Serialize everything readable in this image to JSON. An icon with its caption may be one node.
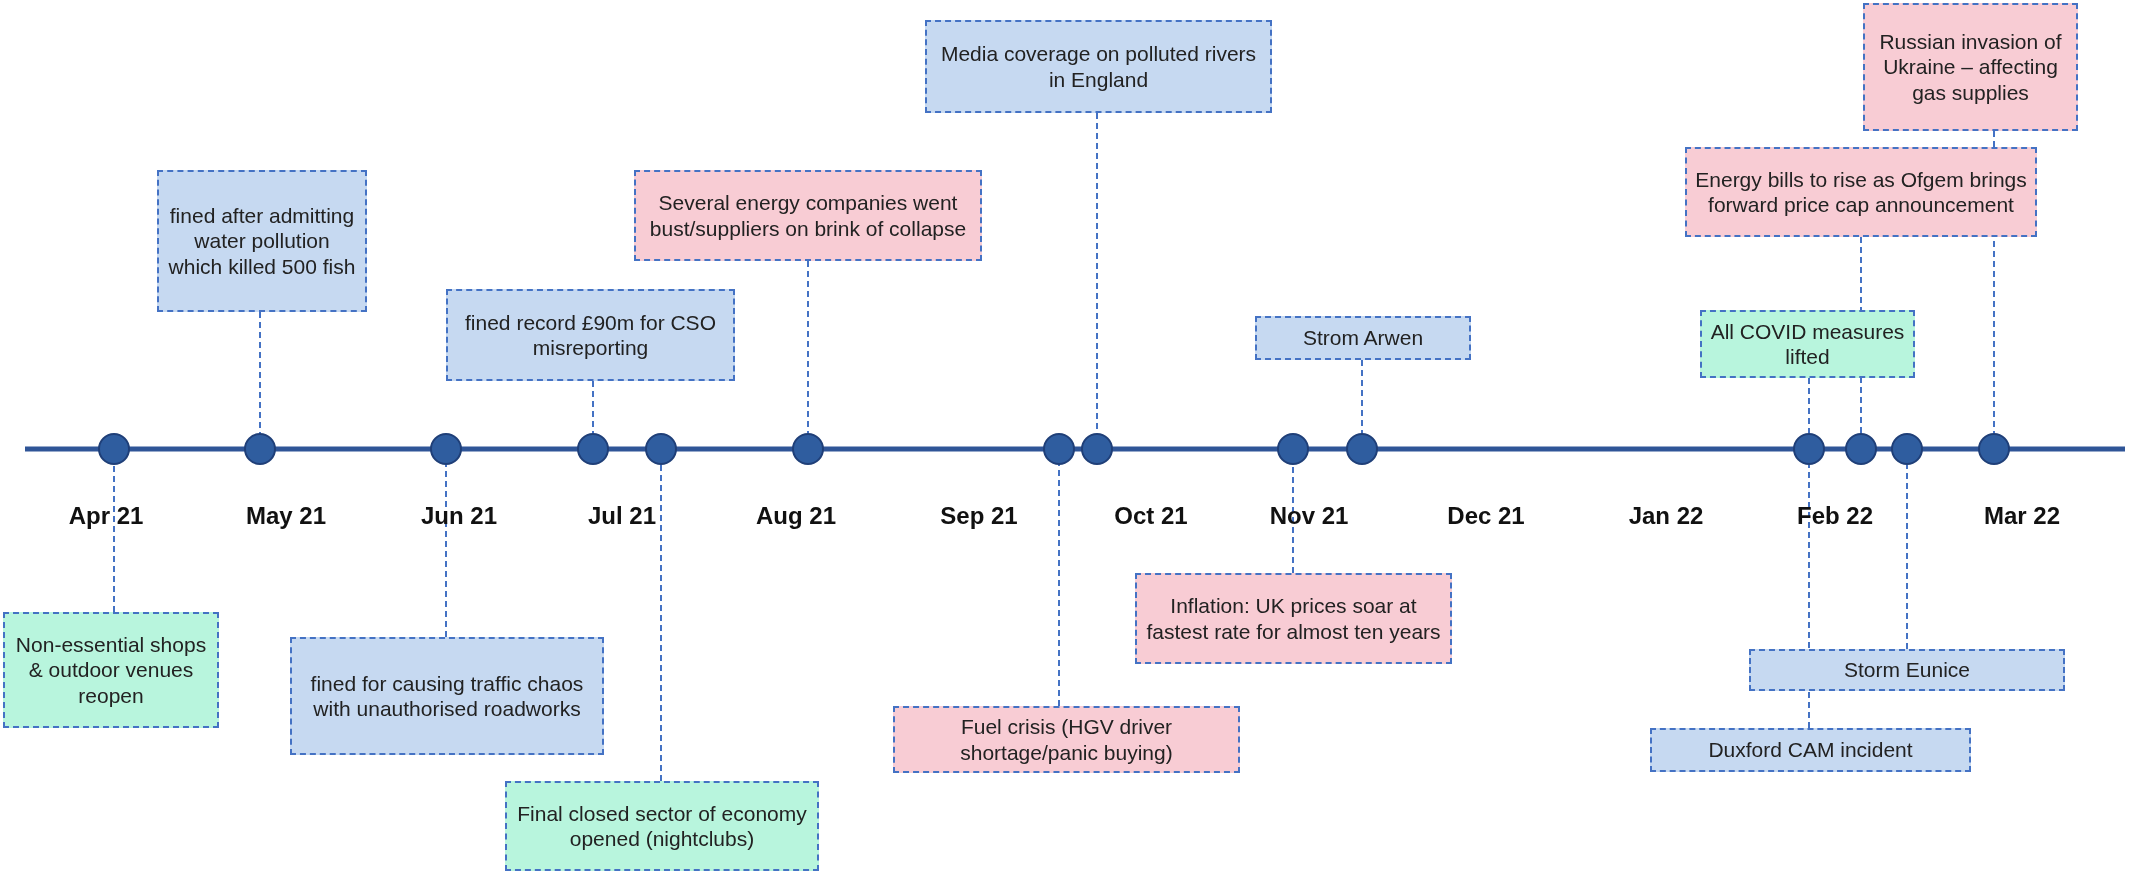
{
  "diagram": {
    "nodes": [
      {
        "text": [
          "fined after admitting water pollution which killed 500 fish"
        ]
      },
      {
        "text": [
          "fined record £90m for CSO misreporting"
        ]
      },
      {
        "text": [
          "Several energy companies went bust/suppliers on brink of collapse"
        ]
      },
      {
        "text": [
          "Media coverage on polluted rivers in England"
        ]
      },
      {
        "text": [
          "Strom Arwen"
        ]
      },
      {
        "text": [
          "Russian invasion of Ukraine – affecting gas supplies"
        ]
      },
      {
        "text": [
          "Energy bills to rise as Ofgem brings forward price cap announcement"
        ]
      },
      {
        "text": [
          "All COVID measures lifted"
        ]
      },
      {
        "text": [
          "Non-essential shops & outdoor venues reopen"
        ]
      },
      {
        "text": [
          "fined for causing traffic chaos with unauthorised roadworks"
        ]
      },
      {
        "text": [
          "Final closed sector of economy opened (nightclubs)"
        ]
      },
      {
        "text": [
          "Fuel crisis (HGV driver shortage/panic buying)"
        ]
      },
      {
        "text": [
          "Inflation: UK prices soar at fastest rate for almost ten years"
        ]
      },
      {
        "text": [
          "Storm Eunice"
        ]
      },
      {
        "text": [
          "Duxford CAM incident"
        ]
      },
      {
        "text": [],
        "shape": "circle"
      },
      {
        "text": [],
        "shape": "circle"
      },
      {
        "text": [],
        "shape": "circle"
      },
      {
        "text": [],
        "shape": "circle"
      },
      {
        "text": [],
        "shape": "circle"
      },
      {
        "text": [],
        "shape": "circle"
      },
      {
        "text": [],
        "shape": "circle"
      },
      {
        "text": [],
        "shape": "circle"
      },
      {
        "text": [],
        "shape": "circle"
      },
      {
        "text": [],
        "shape": "circle"
      },
      {
        "text": [],
        "shape": "circle"
      },
      {
        "text": [],
        "shape": "circle"
      },
      {
        "text": [],
        "shape": "circle"
      },
      {
        "text": [],
        "shape": "circle"
      }
    ],
    "edges": [
      {
        "from": 8,
        "to": 15,
        "arrow": "none"
      },
      {
        "from": 0,
        "to": 16,
        "arrow": "none"
      },
      {
        "from": 9,
        "to": 17,
        "arrow": "none"
      },
      {
        "from": 1,
        "to": 18,
        "arrow": "none"
      },
      {
        "from": 10,
        "to": 19,
        "arrow": "none"
      },
      {
        "from": 2,
        "to": 20,
        "arrow": "none"
      },
      {
        "from": 11,
        "to": 21,
        "arrow": "none"
      },
      {
        "from": 3,
        "to": 22,
        "arrow": "none"
      },
      {
        "from": 12,
        "to": 23,
        "arrow": "none"
      },
      {
        "from": 4,
        "to": 24,
        "arrow": "none"
      },
      {
        "from": 7,
        "to": 25,
        "arrow": "none"
      },
      {
        "from": 14,
        "to": 25,
        "arrow": "none"
      },
      {
        "from": 6,
        "to": 26,
        "arrow": "none"
      },
      {
        "from": 13,
        "to": 27,
        "arrow": "none"
      },
      {
        "from": 5,
        "to": 28,
        "arrow": "none"
      }
    ],
    "labels": [
      "Apr 21",
      "May 21",
      "Jun 21",
      "Jul 21",
      "Aug 21",
      "Sep 21",
      "Oct 21",
      "Nov 21",
      "Dec 21",
      "Jan 22",
      "Feb 22",
      "Mar 22"
    ]
  }
}
